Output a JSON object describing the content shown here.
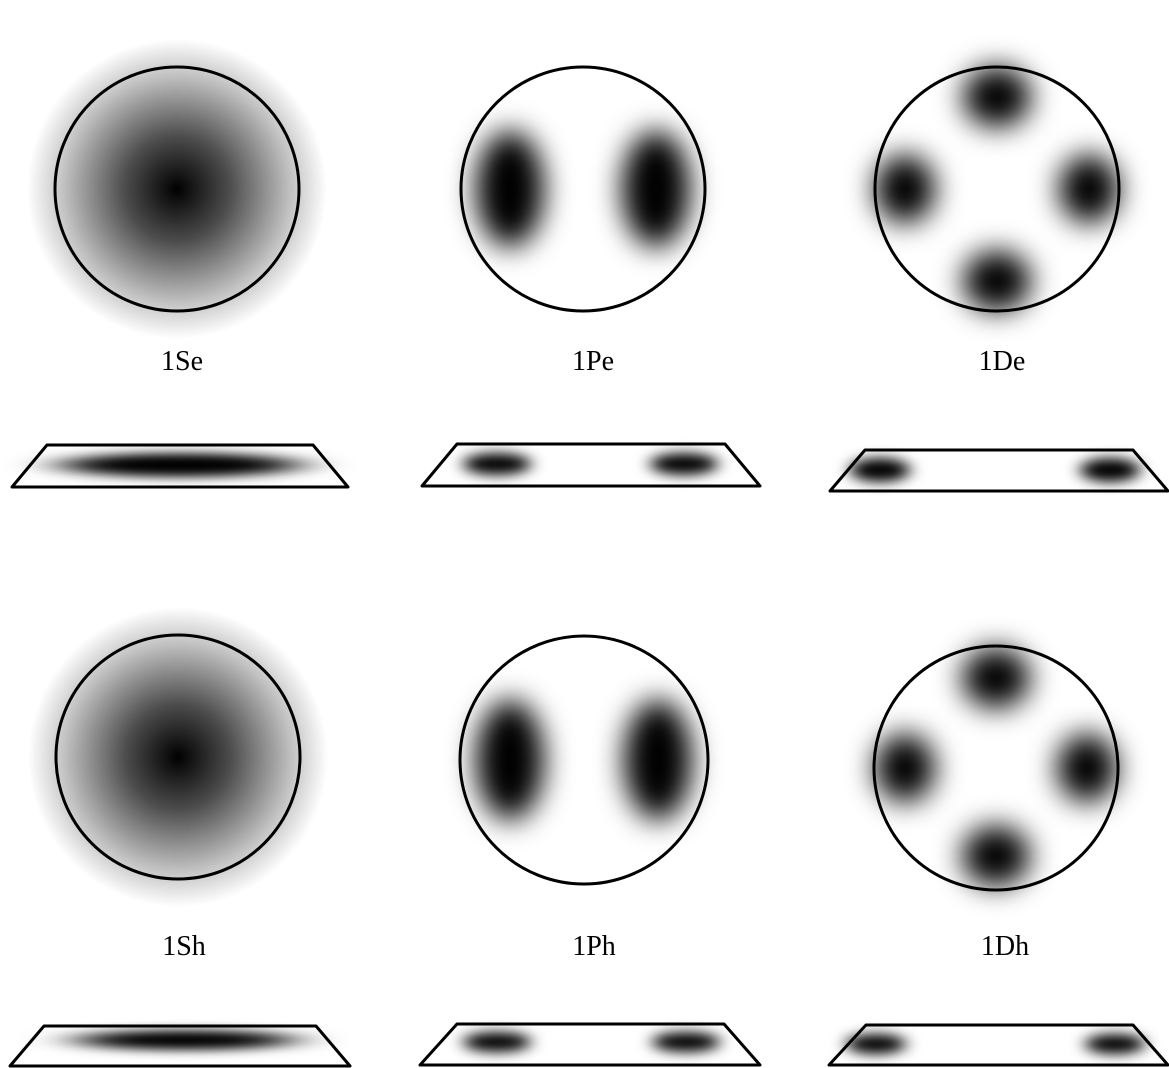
{
  "panels": [
    {
      "id": "1Se",
      "label": "1Se",
      "pattern": "s"
    },
    {
      "id": "1Pe",
      "label": "1Pe",
      "pattern": "p"
    },
    {
      "id": "1De",
      "label": "1De",
      "pattern": "d"
    },
    {
      "id": "1Sh",
      "label": "1Sh",
      "pattern": "s"
    },
    {
      "id": "1Ph",
      "label": "1Ph",
      "pattern": "p"
    },
    {
      "id": "1Dh",
      "label": "1Dh",
      "pattern": "d"
    }
  ],
  "colors": {
    "outline": "#000000",
    "density": "#000000",
    "background": "#ffffff"
  }
}
